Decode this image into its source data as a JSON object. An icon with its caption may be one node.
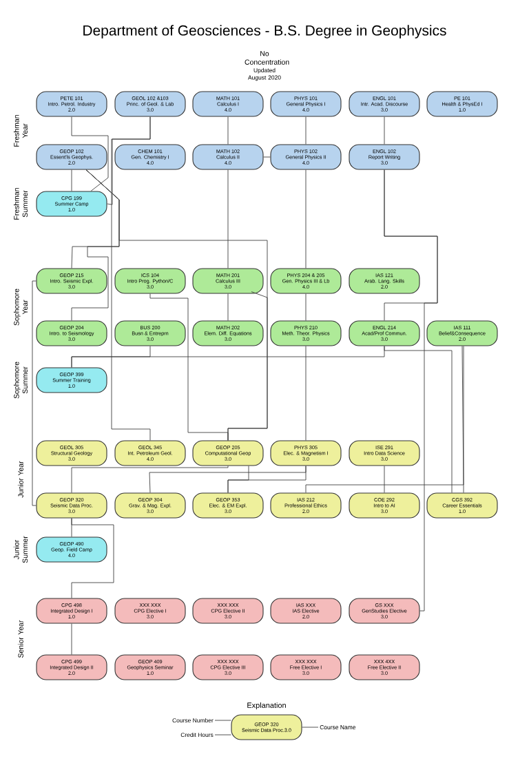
{
  "diagram": {
    "title": "Department of Geosciences - B.S. Degree in Geophysics",
    "nodes": [
      {
        "text": [
          "PETE 101",
          "Intro. Petrol. Industry",
          "2.0"
        ]
      },
      {
        "text": [
          "GEOL 102 &103",
          "Princ. of Geol. & Lab",
          "3.0"
        ]
      },
      {
        "text": [
          "MATH 101",
          "Calculus I",
          "4.0"
        ]
      },
      {
        "text": [
          "PHYS 101",
          "General Physics I",
          "4.0"
        ]
      },
      {
        "text": [
          "ENGL 101",
          "Intr. Acad. Discourse",
          "3.0"
        ]
      },
      {
        "text": [
          "PE 101",
          "Health & PhysEd I",
          "1.0"
        ]
      },
      {
        "text": [
          "GEOP 102",
          "Essent'ls  Geophys.",
          "2.0"
        ]
      },
      {
        "text": [
          "CHEM 101",
          "Gen. Chemistry I",
          "4.0"
        ]
      },
      {
        "text": [
          "MATH 102",
          "Calculus II",
          "4.0"
        ]
      },
      {
        "text": [
          "PHYS 102",
          "General Physics II",
          "4.0"
        ]
      },
      {
        "text": [
          "ENGL 102",
          "Report Writing",
          "3.0"
        ]
      },
      {
        "text": [
          "CPG 199",
          "Summer Camp",
          "1.0"
        ]
      },
      {
        "text": [
          "GEOP 215",
          "Intro. Seismic Expl.",
          "3.0"
        ]
      },
      {
        "text": [
          "ICS 104",
          "Intro Prog. Python/C",
          "3.0"
        ]
      },
      {
        "text": [
          "MATH 201",
          "Calculus III",
          "3.0"
        ]
      },
      {
        "text": [
          "PHYS 204 & 205",
          "Gen. Physics III & Lb",
          "4.0"
        ]
      },
      {
        "text": [
          "IAS 121",
          "Arab. Lang. Skills",
          "2.0"
        ]
      },
      {
        "text": [
          "GEOP 204",
          "Intro. to Seismology",
          "3.0"
        ]
      },
      {
        "text": [
          "BUS 200",
          "Busn & Entreprn",
          "3.0"
        ]
      },
      {
        "text": [
          "MATH 202",
          "Elem. Diff. Equations",
          "3.0"
        ]
      },
      {
        "text": [
          "PHYS 210",
          "Meth. Theor. Physics",
          "3.0"
        ]
      },
      {
        "text": [
          "ENGL 214",
          "Acad/Prof Commun.",
          "3.0"
        ]
      },
      {
        "text": [
          "IAS 111",
          "Belief&Consequence",
          "2.0"
        ]
      },
      {
        "text": [
          "GEOP 399",
          "Summer Training",
          "1.0"
        ]
      },
      {
        "text": [
          "GEOL 305",
          "Structural Geology",
          "3.0"
        ]
      },
      {
        "text": [
          "GEOL 345",
          "Int. Petroleum Geol.",
          "4.0"
        ]
      },
      {
        "text": [
          "GEOP 205",
          "Computational Geop",
          "3.0"
        ]
      },
      {
        "text": [
          "PHYS 305",
          "Elec. & Magnetism I",
          "3.0"
        ]
      },
      {
        "text": [
          "ISE 291",
          "Intro Data Science",
          "3.0"
        ]
      },
      {
        "text": [
          "GEOP 320",
          "Seismic Data Proc.",
          "3.0"
        ]
      },
      {
        "text": [
          "GEOP 304",
          "Grav. & Mag. Expl.",
          "3.0"
        ]
      },
      {
        "text": [
          "GEOP 353",
          "Elec. & EM Expl.",
          "3.0"
        ]
      },
      {
        "text": [
          "IAS 212",
          "Professional Ethics",
          "2.0"
        ]
      },
      {
        "text": [
          "COE 292",
          "Intro to AI",
          "3.0"
        ]
      },
      {
        "text": [
          "CGS 392",
          "Career Essentials",
          "1.0"
        ]
      },
      {
        "text": [
          "GEOP 490",
          "Geop. Field Camp",
          "4.0"
        ]
      },
      {
        "text": [
          "CPG 498",
          "Integrated Design I",
          "1.0"
        ]
      },
      {
        "text": [
          "XXX XXX",
          "CPG Elective I",
          "3.0"
        ]
      },
      {
        "text": [
          "XXX XXX",
          "CPG Elective II",
          "3.0"
        ]
      },
      {
        "text": [
          "IAS XXX",
          "IAS Elective",
          "2.0"
        ]
      },
      {
        "text": [
          "GS XXX",
          "GenStudies Elective",
          "3.0"
        ]
      },
      {
        "text": [
          "CPG 499",
          "Integrated Design II",
          "2.0"
        ]
      },
      {
        "text": [
          "GEOP 409",
          "Geophysics Seminar",
          "1.0"
        ]
      },
      {
        "text": [
          "XXX XXX",
          "CPG Elective III",
          "3.0"
        ]
      },
      {
        "text": [
          "XXX XXX",
          "Free Elective I",
          "3.0"
        ]
      },
      {
        "text": [
          "XXX 4XX",
          "Free Elective II",
          "3.0"
        ]
      },
      {
        "text": [
          "GEOP 320",
          "Seismic Data Proc.3.0"
        ]
      },
      {
        "text": [
          "Course Number"
        ]
      },
      {
        "text": [
          "Credit Hours"
        ]
      },
      {
        "text": [
          "Course Name"
        ]
      }
    ],
    "edges": [
      {
        "from": 0,
        "to": 11,
        "arrow": "none"
      },
      {
        "from": 1,
        "to": 11,
        "arrow": "none"
      },
      {
        "from": 1,
        "to": 25,
        "arrow": "none"
      },
      {
        "from": 6,
        "to": 11,
        "arrow": "none"
      },
      {
        "from": 6,
        "to": 12,
        "arrow": "none"
      },
      {
        "from": 6,
        "to": 17,
        "arrow": "none"
      },
      {
        "from": 6,
        "to": 26,
        "arrow": "none"
      },
      {
        "from": 2,
        "to": 8,
        "arrow": "none"
      },
      {
        "from": 8,
        "to": 9,
        "arrow": "none"
      },
      {
        "from": 8,
        "to": 14,
        "arrow": "none"
      },
      {
        "from": 3,
        "to": 9,
        "arrow": "none"
      },
      {
        "from": 9,
        "to": 15,
        "arrow": "none"
      },
      {
        "from": 4,
        "to": 10,
        "arrow": "none"
      },
      {
        "from": 10,
        "to": 21,
        "arrow": "none"
      },
      {
        "from": 10,
        "to": 40,
        "arrow": "none"
      },
      {
        "from": 13,
        "to": 26,
        "arrow": "none"
      },
      {
        "from": 14,
        "to": 26,
        "arrow": "none"
      },
      {
        "from": 14,
        "to": 19,
        "arrow": "none"
      },
      {
        "from": 15,
        "to": 20,
        "arrow": "none"
      },
      {
        "from": 20,
        "to": 27,
        "arrow": "none"
      },
      {
        "from": 12,
        "to": 29,
        "arrow": "none"
      },
      {
        "from": 18,
        "to": 23,
        "arrow": "none"
      },
      {
        "from": 21,
        "to": 23,
        "arrow": "none"
      },
      {
        "from": 21,
        "to": 34,
        "arrow": "none"
      },
      {
        "from": 22,
        "to": 32,
        "arrow": "none"
      },
      {
        "from": 22,
        "to": 34,
        "arrow": "none"
      },
      {
        "from": 26,
        "to": 29,
        "arrow": "none"
      },
      {
        "from": 27,
        "to": 30,
        "arrow": "none"
      },
      {
        "from": 27,
        "to": 31,
        "arrow": "none"
      },
      {
        "from": 26,
        "to": 31,
        "arrow": "none"
      },
      {
        "from": 28,
        "to": 33,
        "arrow": "none"
      },
      {
        "from": 29,
        "to": 35,
        "arrow": "none"
      },
      {
        "from": 29,
        "to": 36,
        "arrow": "none"
      },
      {
        "from": 36,
        "to": 41,
        "arrow": "none"
      },
      {
        "from": 47,
        "to": 46,
        "arrow": "none"
      },
      {
        "from": 48,
        "to": 46,
        "arrow": "none"
      },
      {
        "from": 49,
        "to": 46,
        "arrow": "none"
      }
    ],
    "labels": [
      "No Concentration",
      "Updated August 2020",
      "Freshman Year",
      "Freshman Summer",
      "Sophomore Year",
      "Sophomore Summer",
      "Junior Year",
      "Junior Summer",
      "Senior Year",
      "Explanation"
    ]
  }
}
